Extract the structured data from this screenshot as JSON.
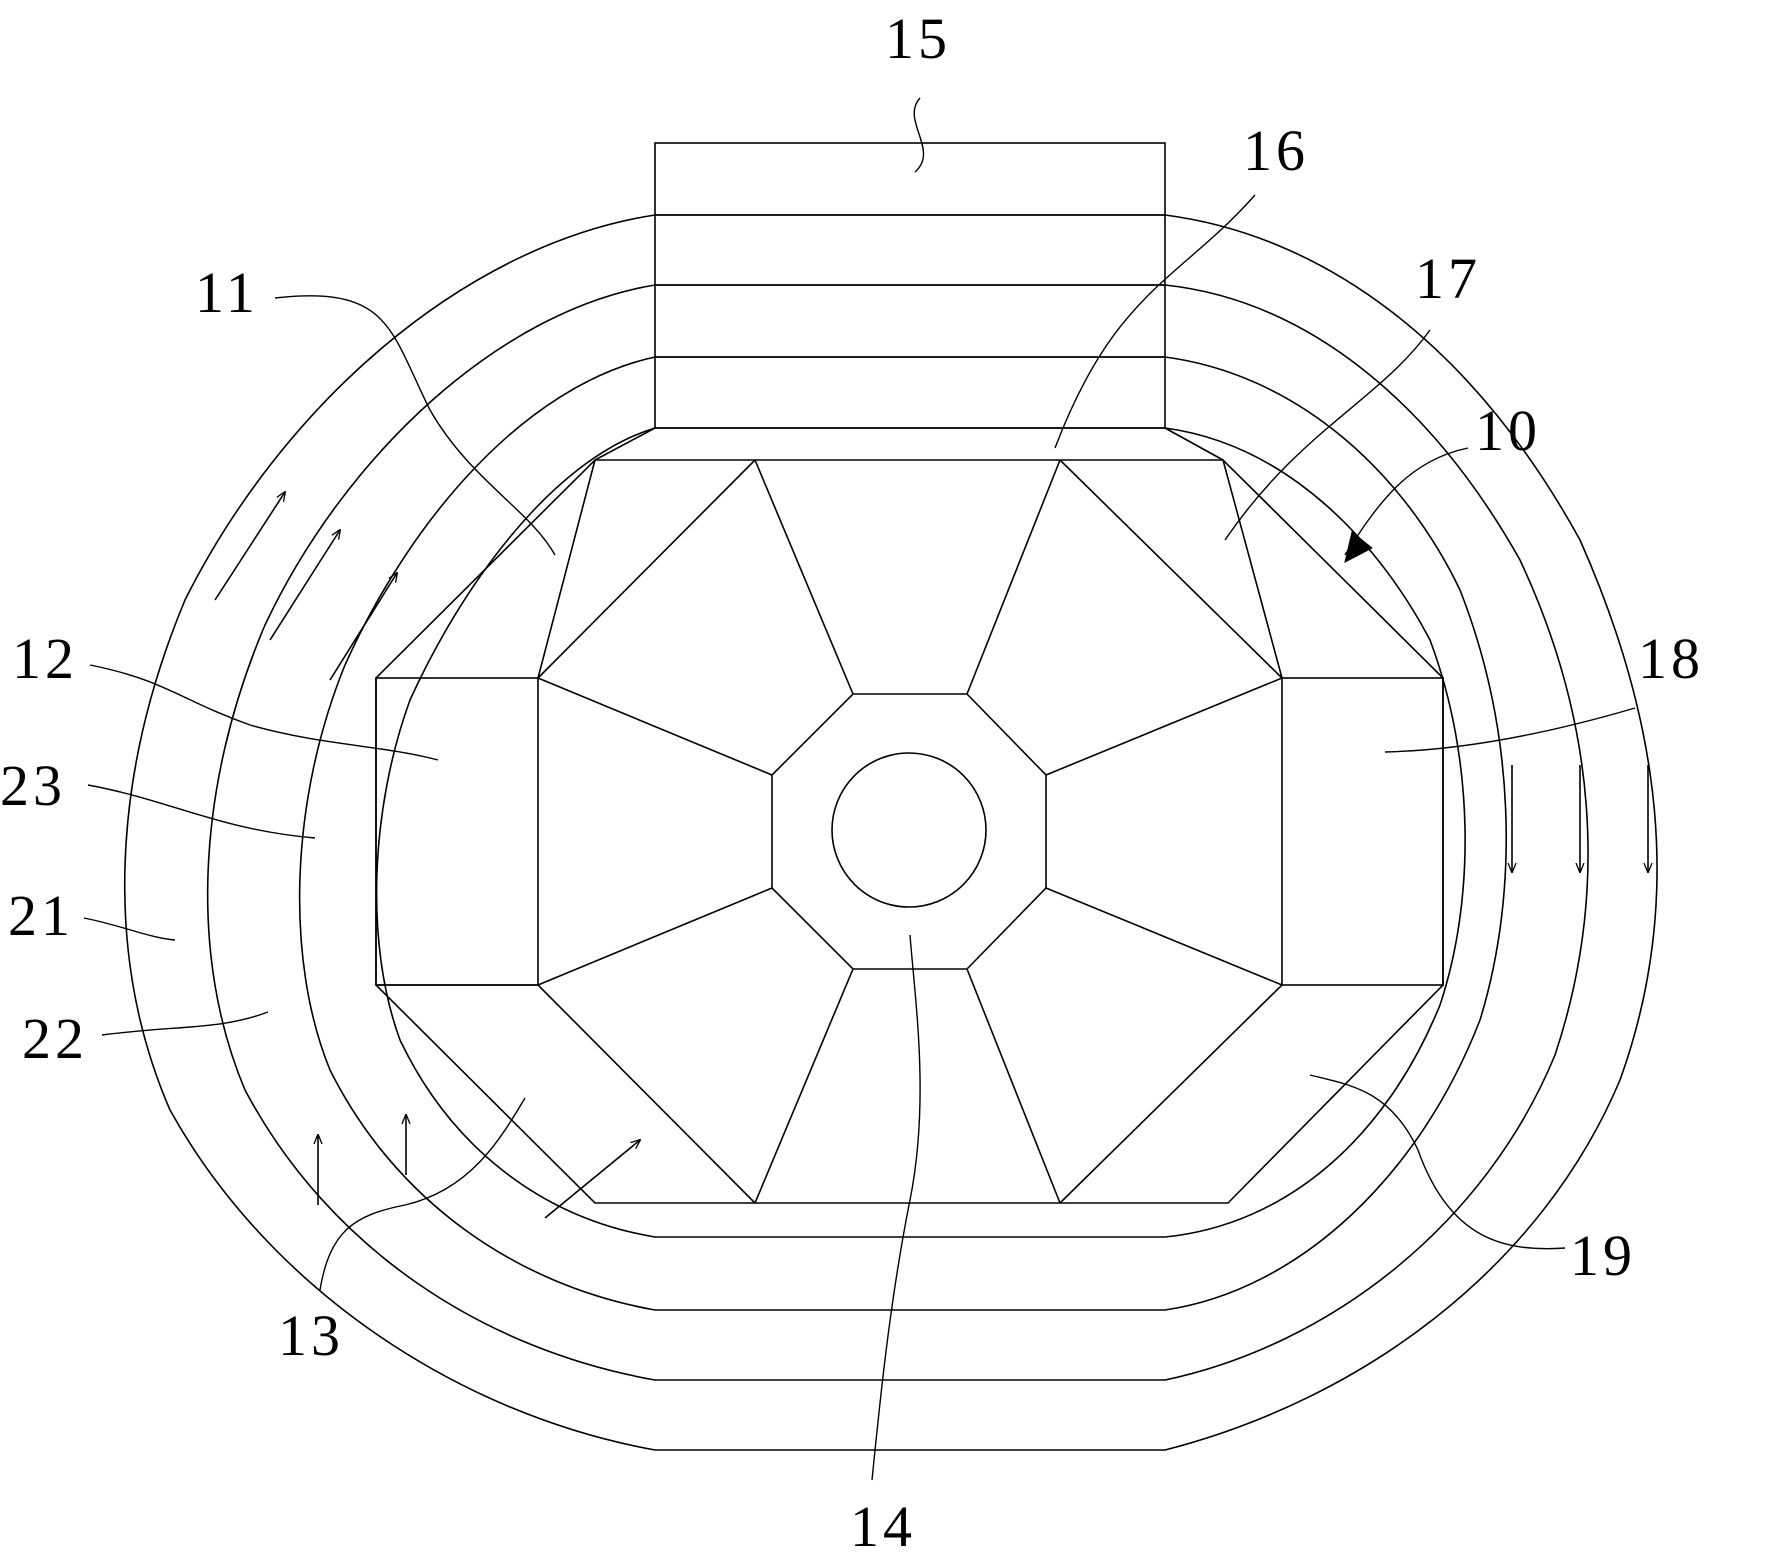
{
  "diagram": {
    "stroke_color": "#000000",
    "background_color": "#ffffff",
    "labels": {
      "l15": "15",
      "l16": "16",
      "l11": "11",
      "l17": "17",
      "l10": "10",
      "l12": "12",
      "l18": "18",
      "l23": "23",
      "l21": "21",
      "l22": "22",
      "l13": "13",
      "l19": "19",
      "l14": "14"
    },
    "flow_arrows": {
      "left_side": "up",
      "right_side": "down",
      "bottom_channel": "up-right"
    }
  }
}
